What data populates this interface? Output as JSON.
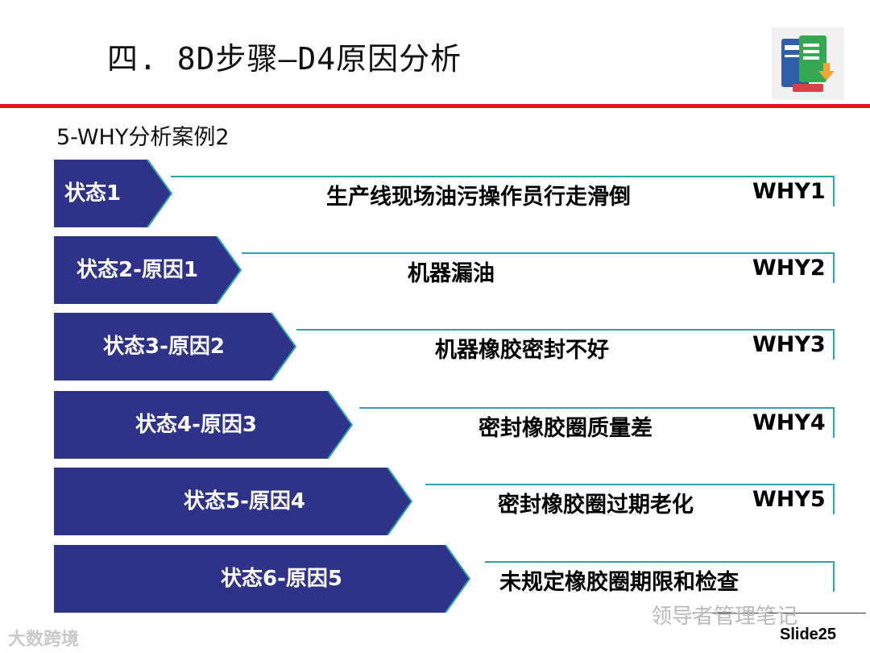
{
  "header": {
    "title": "四. 8D步骤—D4原因分析",
    "subtitle": "5-WHY分析案例2"
  },
  "colors": {
    "arrow": "#2e3389",
    "rule": "#e0161d",
    "line": "#2aa6ac"
  },
  "rows": [
    {
      "label": "状态1",
      "text": "生产线现场油污操作员行走滑倒",
      "why": "WHY1"
    },
    {
      "label": "状态2-原因1",
      "text": "机器漏油",
      "why": "WHY2"
    },
    {
      "label": "状态3-原因2",
      "text": "机器橡胶密封不好",
      "why": "WHY3"
    },
    {
      "label": "状态4-原因3",
      "text": "密封橡胶圈质量差",
      "why": "WHY4"
    },
    {
      "label": "状态5-原因4",
      "text": "密封橡胶圈过期老化",
      "why": "WHY5"
    },
    {
      "label": "状态6-原因5",
      "text": "未规定橡胶圈期限和检查",
      "why": ""
    }
  ],
  "footer": {
    "watermark_left": "大数跨境",
    "watermark_right": "领导者管理笔记",
    "slide": "Slide25"
  }
}
